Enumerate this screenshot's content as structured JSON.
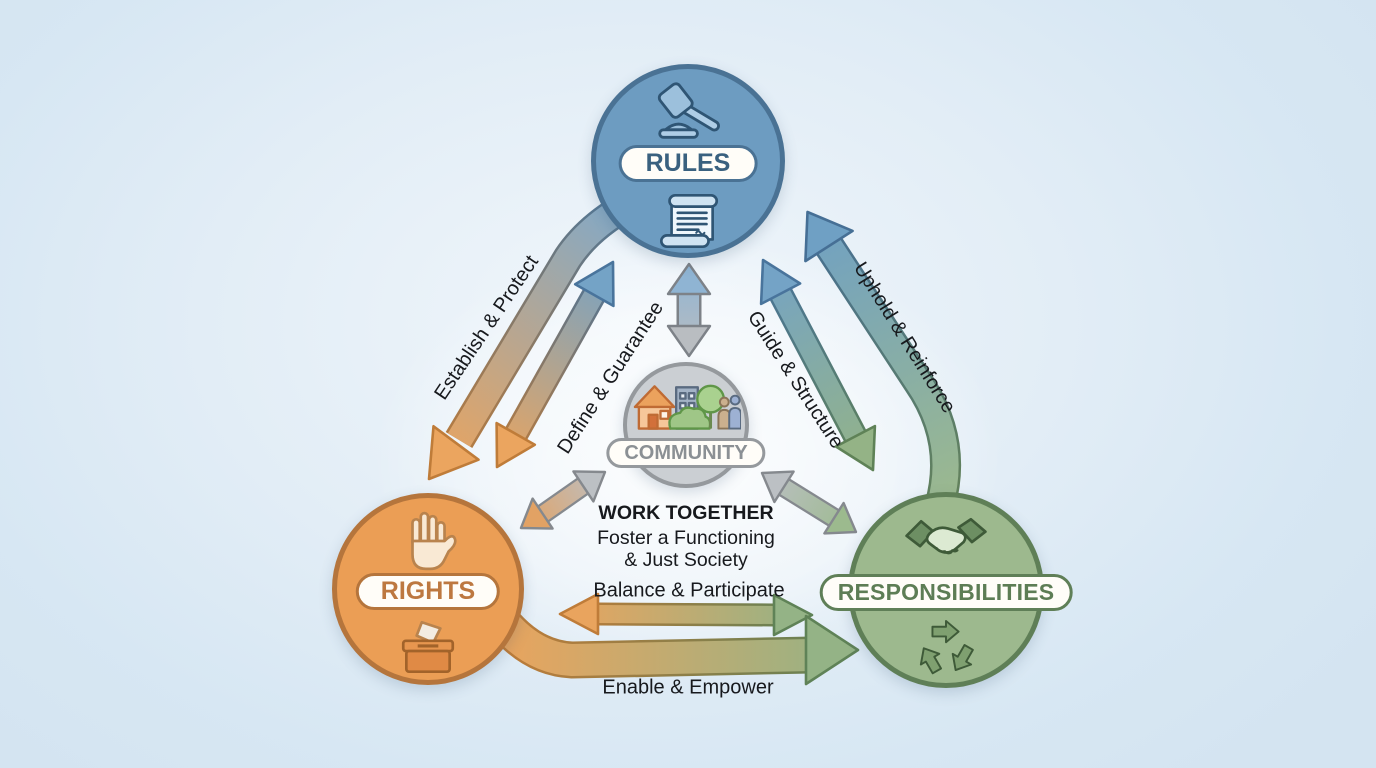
{
  "theme": {
    "rules-fill": "#6d9cc1",
    "rules-border": "#4a7294",
    "rules-text": "#3a617f",
    "rights-fill": "#eb9e55",
    "rights-border": "#b5753c",
    "rights-text": "#bd7840",
    "resp-fill": "#9db98e",
    "resp-border": "#5f7f57",
    "resp-text": "#5d7d55",
    "community-fill": "#cbcfd3",
    "community-border": "#95999d",
    "community-text": "#8b9094",
    "label-text": "#17191d",
    "background": "#d9e8f4"
  },
  "nodes": {
    "rules": {
      "label": "RULES",
      "icons": [
        "gavel-icon",
        "scroll-icon"
      ]
    },
    "rights": {
      "label": "RIGHTS",
      "icons": [
        "raised-hand-icon",
        "ballot-box-icon"
      ]
    },
    "responsibilities": {
      "label": "RESPONSIBILITIES",
      "icons": [
        "handshake-icon",
        "recycle-icon"
      ]
    },
    "community": {
      "label": "COMMUNITY",
      "icons": [
        "neighborhood-icon"
      ]
    }
  },
  "center_message": {
    "heading": "WORK TOGETHER",
    "line1": "Foster a Functioning",
    "line2": "& Just Society"
  },
  "edges": [
    {
      "label": "Establish & Protect",
      "from": "rules",
      "to": "rights",
      "style": "one-way"
    },
    {
      "label": "Define & Guarantee",
      "from": "rights",
      "to": "rules",
      "style": "two-way"
    },
    {
      "label": "Guide & Structure",
      "from": "rules",
      "to": "responsibilities",
      "style": "two-way"
    },
    {
      "label": "Uphold & Reinforce",
      "from": "responsibilities",
      "to": "rules",
      "style": "one-way"
    },
    {
      "label": "Balance & Participate",
      "from": "rights",
      "to": "responsibilities",
      "style": "two-way"
    },
    {
      "label": "Enable & Empower",
      "from": "rights",
      "to": "responsibilities",
      "style": "one-way"
    },
    {
      "label": "",
      "from": "rules",
      "to": "community",
      "style": "two-way"
    },
    {
      "label": "",
      "from": "rights",
      "to": "community",
      "style": "two-way"
    },
    {
      "label": "",
      "from": "responsibilities",
      "to": "community",
      "style": "two-way"
    }
  ]
}
